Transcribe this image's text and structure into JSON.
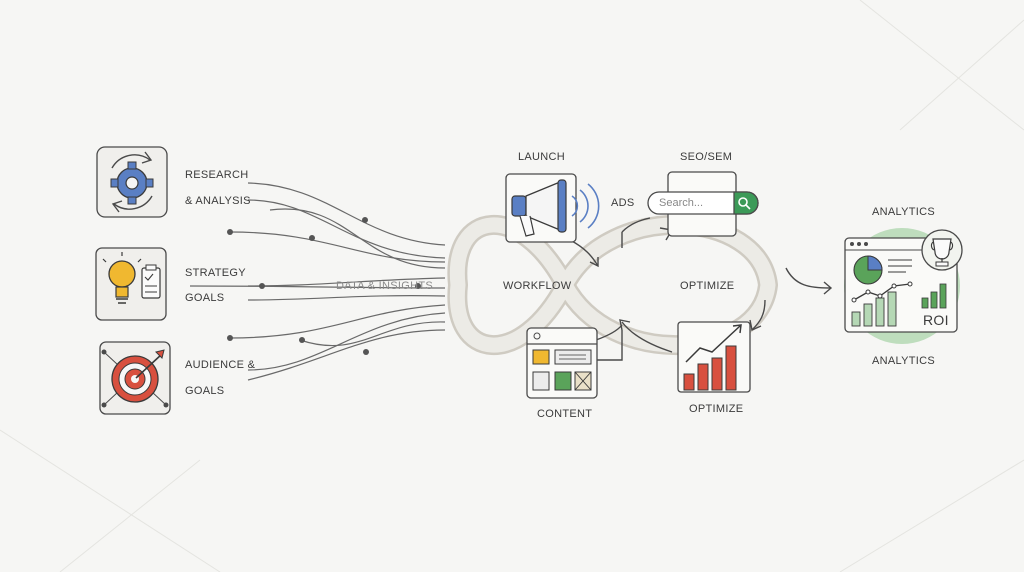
{
  "left_items": [
    {
      "name": "research",
      "line1": "RESEARCH",
      "line2": "& ANALYSIS",
      "icon": "gear-cycle-icon"
    },
    {
      "name": "strategy",
      "line1": "STRATEGY",
      "line2": "GOALS",
      "icon": "lightbulb-checklist-icon"
    },
    {
      "name": "audience",
      "line1": "AUDIENCE &",
      "line2": "GOALS",
      "icon": "target-icon"
    }
  ],
  "flow_label": "DATA & INSIGHTS",
  "loop": {
    "launch": "LAUNCH",
    "seo": "SEO/SEM",
    "ads": "ADS",
    "workflow": "WORKFLOW",
    "optimize_inner": "OPTIMIZE",
    "content": "CONTENT",
    "optimize_bottom": "OPTIMIZE"
  },
  "search": {
    "placeholder": "Search..."
  },
  "analytics": {
    "top_label": "ANALYTICS",
    "bottom_label": "ANALYTICS",
    "roi": "ROI"
  },
  "colors": {
    "blue": "#5a7fc4",
    "yellow": "#f0b830",
    "red": "#d8503f",
    "green": "#5aa35a",
    "loop": "#dcd8d0",
    "stroke": "#4a4a4a"
  }
}
